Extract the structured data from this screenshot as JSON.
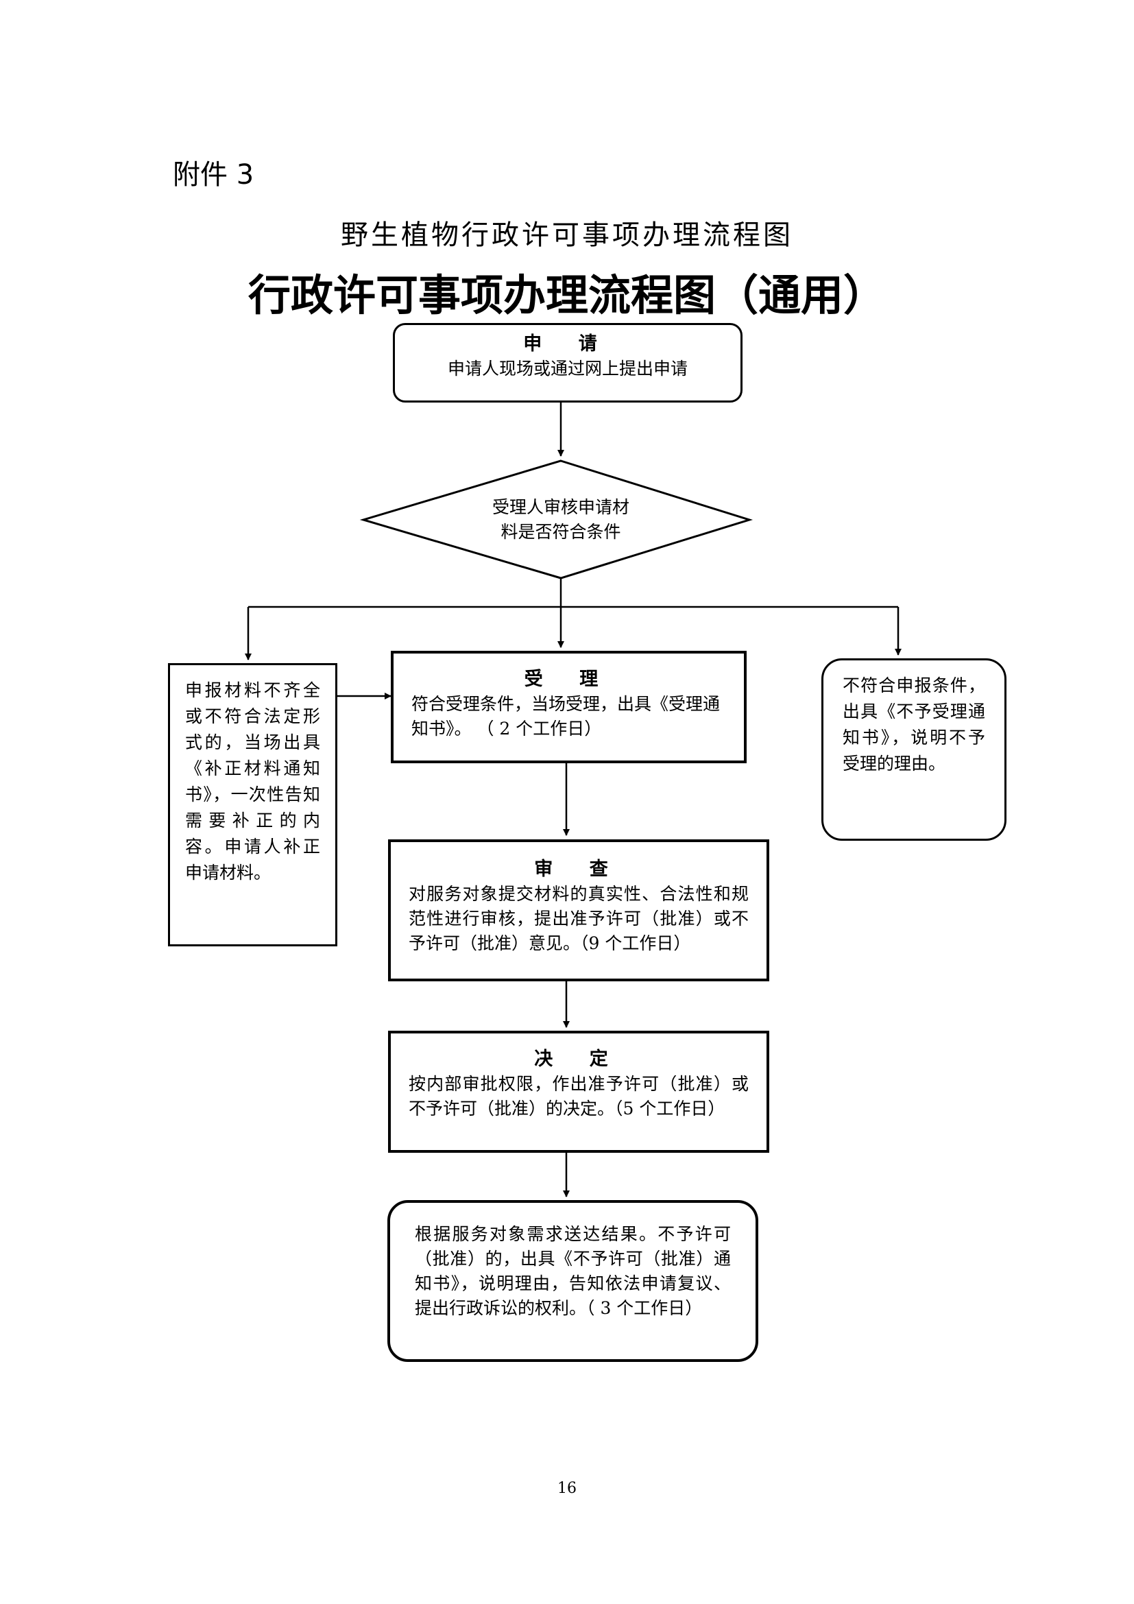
{
  "attachment_label": "附件 3",
  "subtitle": "野生植物行政许可事项办理流程图",
  "main_title": "行政许可事项办理流程图（通用）",
  "nodes": {
    "apply": {
      "head": "申 请",
      "text": "申请人现场或通过网上提出申请"
    },
    "review_decision": {
      "line1": "受理人审核申请材",
      "line2": "料是否符合条件"
    },
    "supplement": {
      "text": "申报材料不齐全或不符合法定形式的，当场出具《补正材料通知书》，一次性告知需要补正的内容。申请人补正申请材料。"
    },
    "accept": {
      "head": "受 理",
      "text": "符合受理条件，当场受理，出具《受理通知书》。 （ 2 个工作日）"
    },
    "reject": {
      "text": "不符合申报条件，出具《不予受理通知书》，说明不予受理的理由。"
    },
    "examine": {
      "head": "审 查",
      "text": "对服务对象提交材料的真实性、合法性和规范性进行审核，提出准予许可（批准）或不予许可（批准）意见。（9 个工作日）"
    },
    "decide": {
      "head": "决 定",
      "text": "按内部审批权限，作出准予许可（批准）或不予许可（批准）的决定。（5 个工作日）"
    },
    "deliver": {
      "text": "根据服务对象需求送达结果。不予许可（批准）的，出具《不予许可（批准）通知书》，说明理由，告知依法申请复议、提出行政诉讼的权利。（ 3 个工作日）"
    }
  },
  "page_number": "16"
}
